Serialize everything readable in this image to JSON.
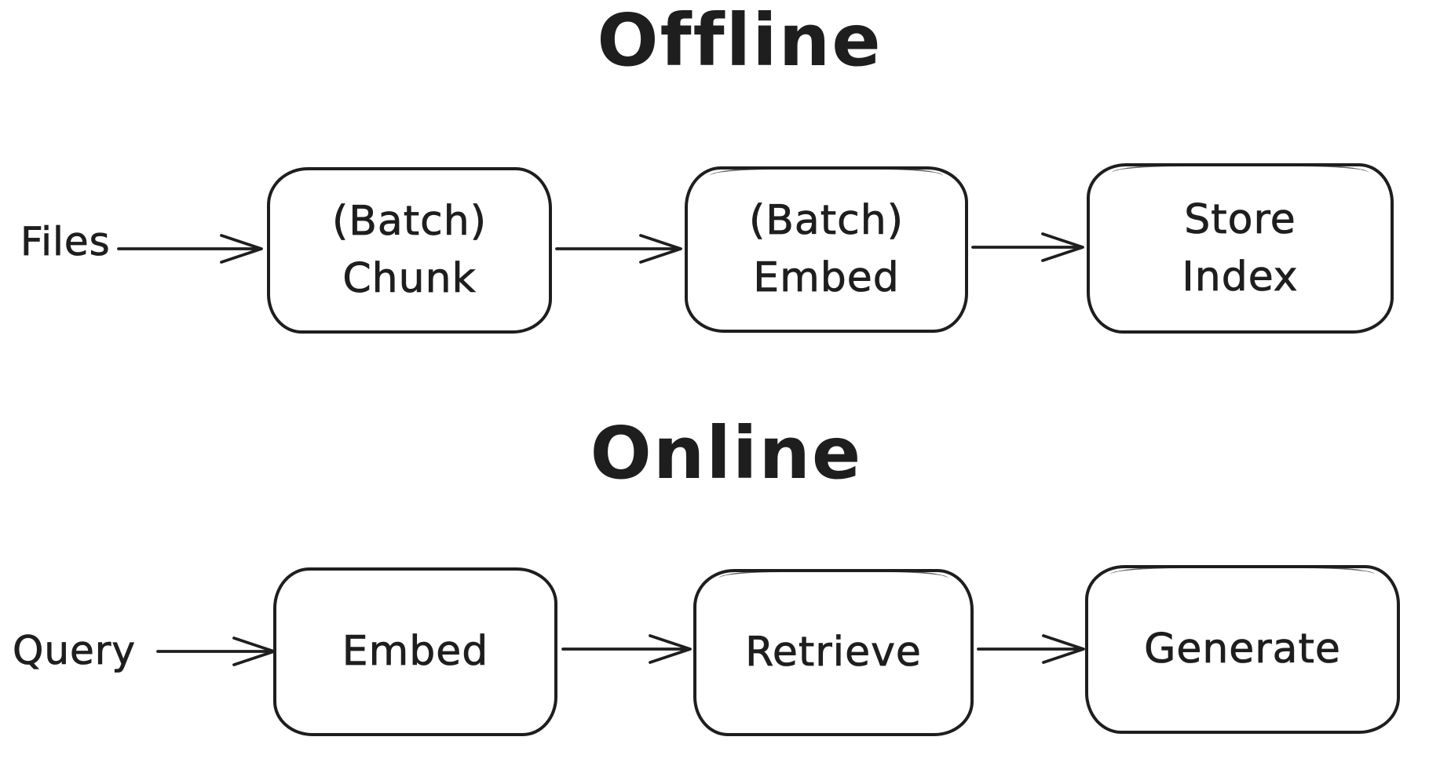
{
  "colors": {
    "background": "#ffffff",
    "stroke": "#1e1e1e"
  },
  "offline": {
    "title": "Offline",
    "input_label": "Files",
    "steps": [
      {
        "label": "(Batch)\nChunk"
      },
      {
        "label": "(Batch)\nEmbed"
      },
      {
        "label": "Store\nIndex"
      }
    ]
  },
  "online": {
    "title": "Online",
    "input_label": "Query",
    "steps": [
      {
        "label": "Embed"
      },
      {
        "label": "Retrieve"
      },
      {
        "label": "Generate"
      }
    ]
  }
}
